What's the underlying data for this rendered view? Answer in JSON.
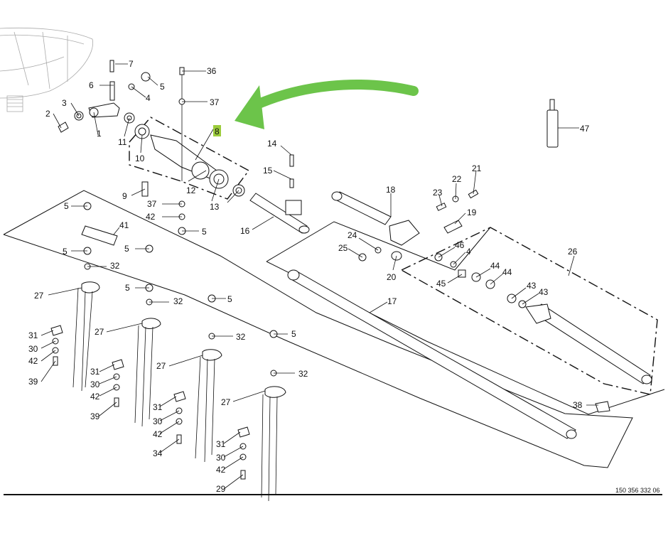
{
  "diagram": {
    "drawing_number": "150 356 332 06",
    "highlighted_part": "8",
    "highlight_color": "#9ccc3c",
    "arrow_color": "#6cc44a",
    "labels": {
      "p1": "1",
      "p2": "2",
      "p3": "3",
      "p4": "4",
      "p5": "5",
      "p6": "6",
      "p7": "7",
      "p8": "8",
      "p9": "9",
      "p10": "10",
      "p11": "11",
      "p12": "12",
      "p13": "13",
      "p14": "14",
      "p15": "15",
      "p16": "16",
      "p17": "17",
      "p18": "18",
      "p19": "19",
      "p20": "20",
      "p21": "21",
      "p22": "22",
      "p23": "23",
      "p24": "24",
      "p25": "25",
      "p26": "26",
      "p27": "27",
      "p29": "29",
      "p30": "30",
      "p31": "31",
      "p32": "32",
      "p34": "34",
      "p36": "36",
      "p37": "37",
      "p38": "38",
      "p39": "39",
      "p41": "41",
      "p42": "42",
      "p43": "43",
      "p44": "44",
      "p45": "45",
      "p46": "46",
      "p47": "47"
    }
  }
}
